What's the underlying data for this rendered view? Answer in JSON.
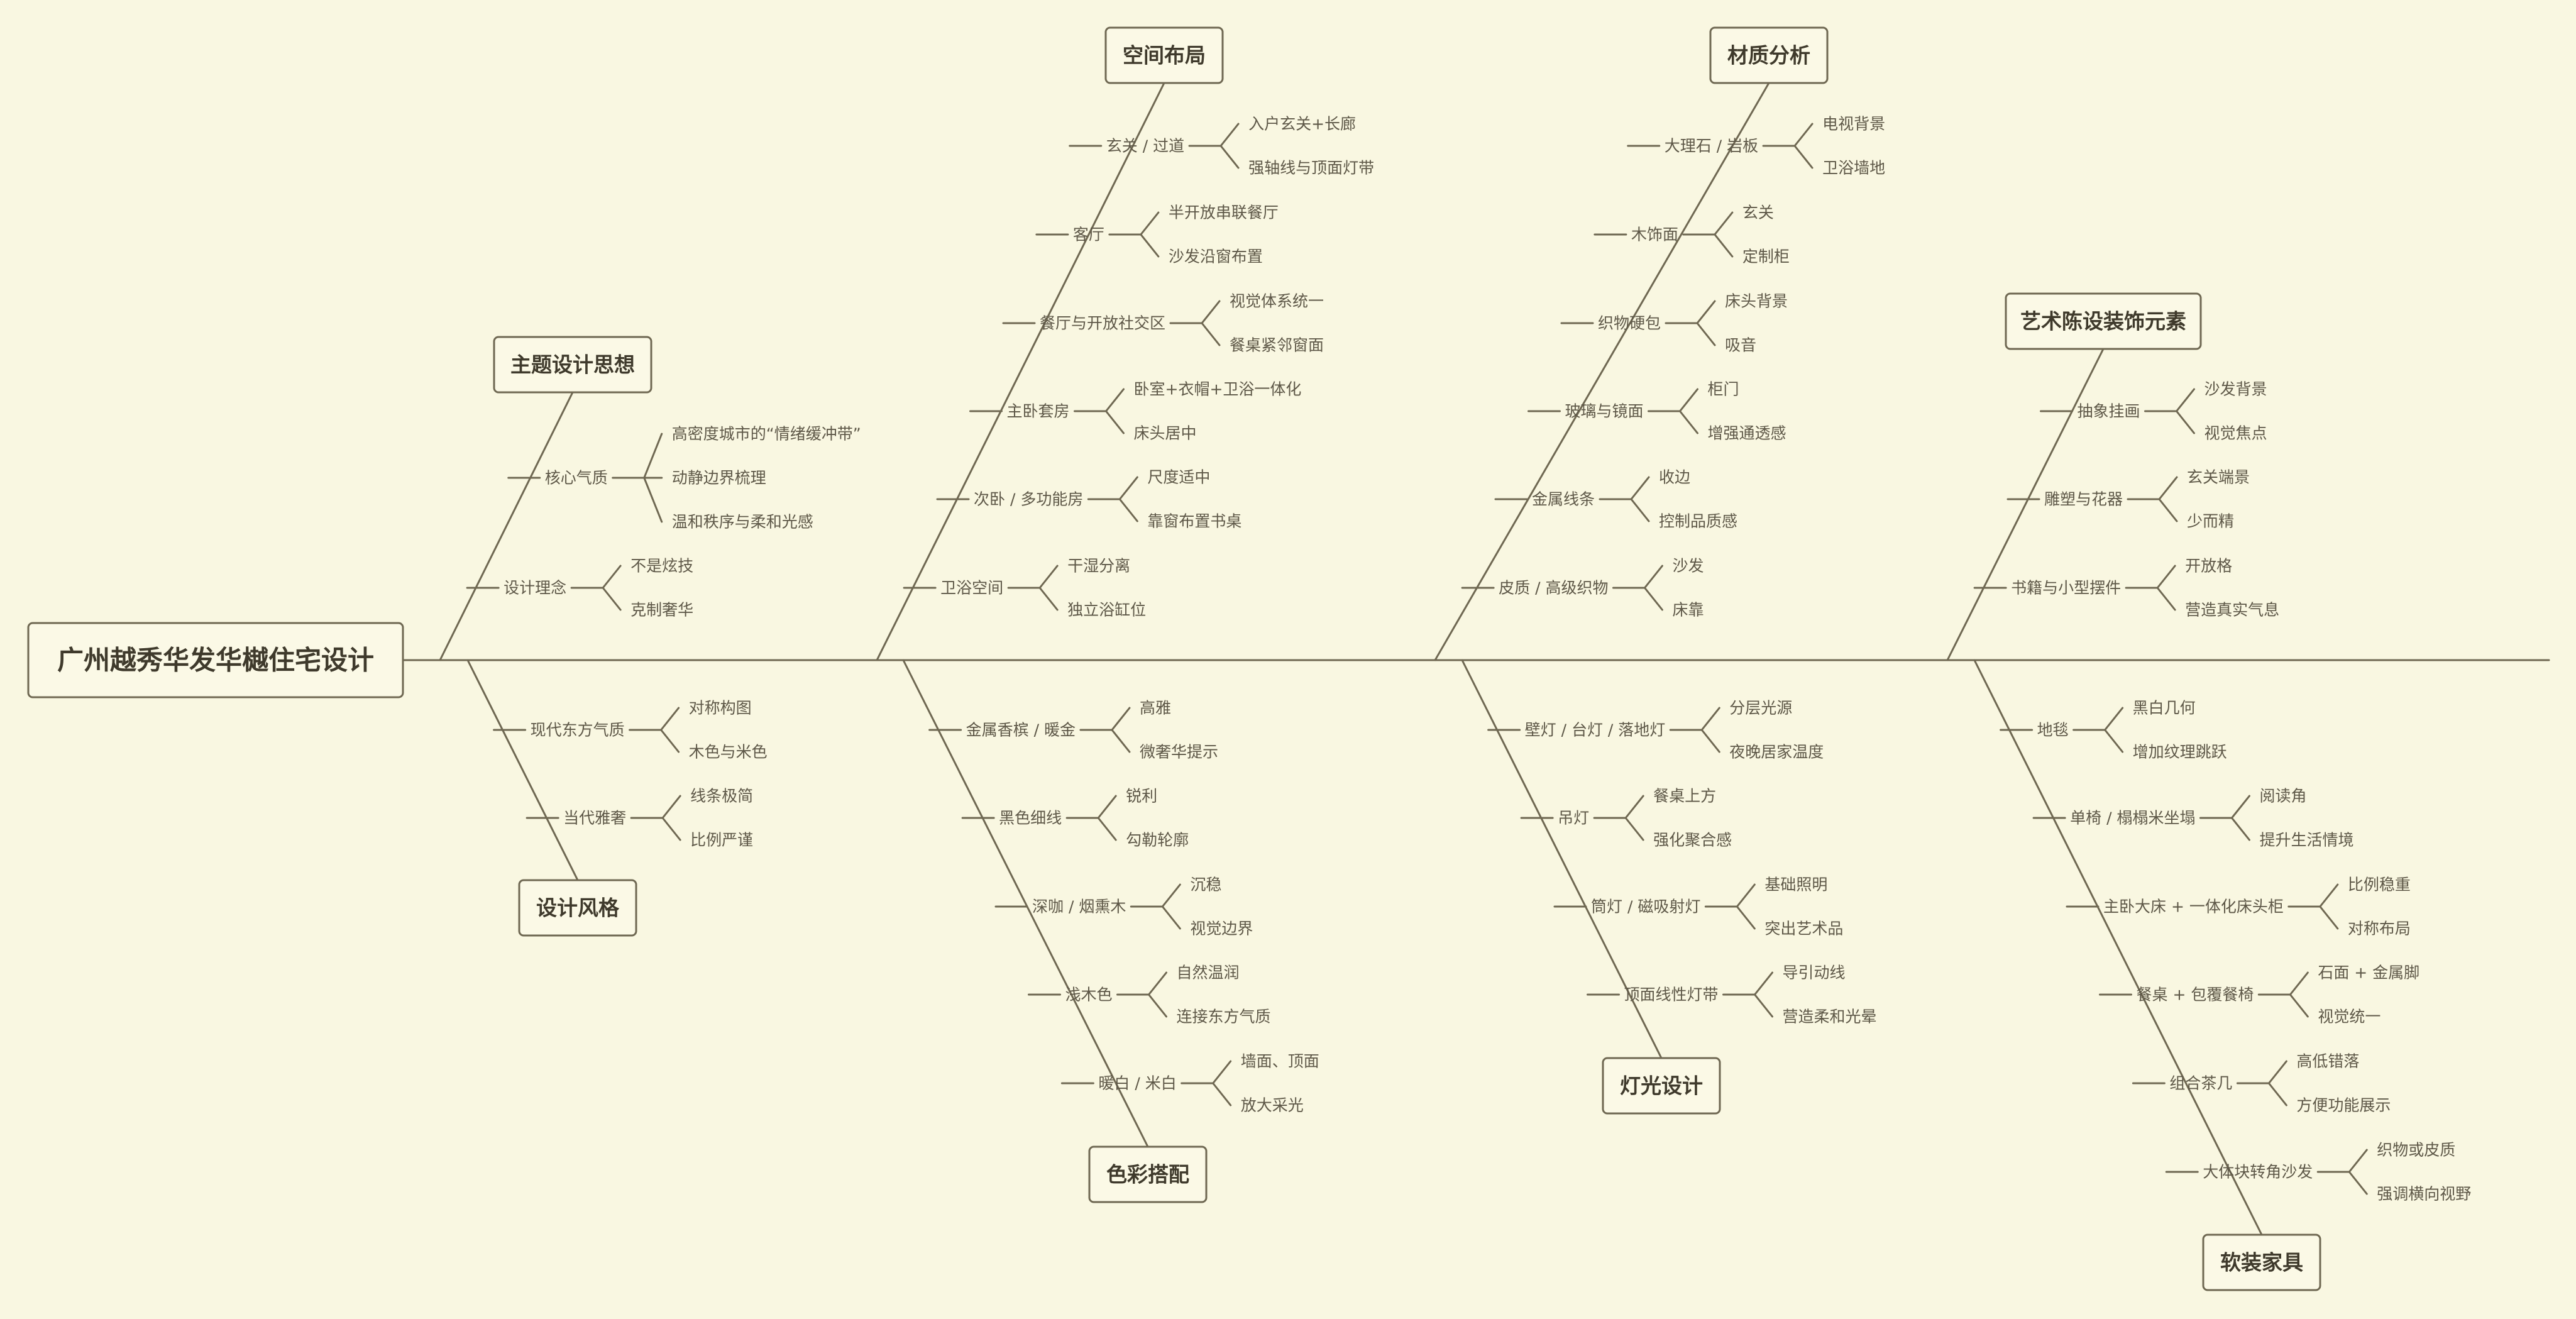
{
  "title": "广州越秀华发华樾住宅设计",
  "colors": {
    "background": "#f9f7e1",
    "line": "#6f6852",
    "text": "#5e5848",
    "box_fill": "#fbf9e6",
    "box_text": "#3f3a2c"
  },
  "categories": [
    {
      "name": "主题设计思想",
      "items": [
        {
          "label": "核心气质",
          "leaves": [
            "高密度城市的“情绪缓冲带”",
            "动静边界梳理",
            "温和秩序与柔和光感"
          ]
        },
        {
          "label": "设计理念",
          "leaves": [
            "不是炫技",
            "克制奢华"
          ]
        }
      ]
    },
    {
      "name": "空间布局",
      "items": [
        {
          "label": "玄关 / 过道",
          "leaves": [
            "入户玄关+长廊",
            "强轴线与顶面灯带"
          ]
        },
        {
          "label": "客厅",
          "leaves": [
            "半开放串联餐厅",
            "沙发沿窗布置"
          ]
        },
        {
          "label": "餐厅与开放社交区",
          "leaves": [
            "视觉体系统一",
            "餐桌紧邻窗面"
          ]
        },
        {
          "label": "主卧套房",
          "leaves": [
            "卧室+衣帽+卫浴一体化",
            "床头居中"
          ]
        },
        {
          "label": "次卧 / 多功能房",
          "leaves": [
            "尺度适中",
            "靠窗布置书桌"
          ]
        },
        {
          "label": "卫浴空间",
          "leaves": [
            "干湿分离",
            "独立浴缸位"
          ]
        }
      ]
    },
    {
      "name": "材质分析",
      "items": [
        {
          "label": "大理石 / 岩板",
          "leaves": [
            "电视背景",
            "卫浴墙地"
          ]
        },
        {
          "label": "木饰面",
          "leaves": [
            "玄关",
            "定制柜"
          ]
        },
        {
          "label": "织物硬包",
          "leaves": [
            "床头背景",
            "吸音"
          ]
        },
        {
          "label": "玻璃与镜面",
          "leaves": [
            "柜门",
            "增强通透感"
          ]
        },
        {
          "label": "金属线条",
          "leaves": [
            "收边",
            "控制品质感"
          ]
        },
        {
          "label": "皮质 / 高级织物",
          "leaves": [
            "沙发",
            "床靠"
          ]
        }
      ]
    },
    {
      "name": "艺术陈设装饰元素",
      "items": [
        {
          "label": "抽象挂画",
          "leaves": [
            "沙发背景",
            "视觉焦点"
          ]
        },
        {
          "label": "雕塑与花器",
          "leaves": [
            "玄关端景",
            "少而精"
          ]
        },
        {
          "label": "书籍与小型摆件",
          "leaves": [
            "开放格",
            "营造真实气息"
          ]
        }
      ]
    },
    {
      "name": "设计风格",
      "items": [
        {
          "label": "现代东方气质",
          "leaves": [
            "对称构图",
            "木色与米色"
          ]
        },
        {
          "label": "当代雅奢",
          "leaves": [
            "线条极简",
            "比例严谨"
          ]
        }
      ]
    },
    {
      "name": "色彩搭配",
      "items": [
        {
          "label": "金属香槟 / 暖金",
          "leaves": [
            "高雅",
            "微奢华提示"
          ]
        },
        {
          "label": "黑色细线",
          "leaves": [
            "锐利",
            "勾勒轮廓"
          ]
        },
        {
          "label": "深咖 / 烟熏木",
          "leaves": [
            "沉稳",
            "视觉边界"
          ]
        },
        {
          "label": "浅木色",
          "leaves": [
            "自然温润",
            "连接东方气质"
          ]
        },
        {
          "label": "暖白 / 米白",
          "leaves": [
            "墙面、顶面",
            "放大采光"
          ]
        }
      ]
    },
    {
      "name": "灯光设计",
      "items": [
        {
          "label": "壁灯 / 台灯 / 落地灯",
          "leaves": [
            "分层光源",
            "夜晚居家温度"
          ]
        },
        {
          "label": "吊灯",
          "leaves": [
            "餐桌上方",
            "强化聚合感"
          ]
        },
        {
          "label": "筒灯 / 磁吸射灯",
          "leaves": [
            "基础照明",
            "突出艺术品"
          ]
        },
        {
          "label": "顶面线性灯带",
          "leaves": [
            "导引动线",
            "营造柔和光晕"
          ]
        }
      ]
    },
    {
      "name": "软装家具",
      "items": [
        {
          "label": "地毯",
          "leaves": [
            "黑白几何",
            "增加纹理跳跃"
          ]
        },
        {
          "label": "单椅 / 榻榻米坐塌",
          "leaves": [
            "阅读角",
            "提升生活情境"
          ]
        },
        {
          "label": "主卧大床 + 一体化床头柜",
          "leaves": [
            "比例稳重",
            "对称布局"
          ]
        },
        {
          "label": "餐桌 + 包覆餐椅",
          "leaves": [
            "石面 + 金属脚",
            "视觉统一"
          ]
        },
        {
          "label": "组合茶几",
          "leaves": [
            "高低错落",
            "方便功能展示"
          ]
        },
        {
          "label": "大体块转角沙发",
          "leaves": [
            "织物或皮质",
            "强调横向视野"
          ]
        }
      ]
    }
  ]
}
